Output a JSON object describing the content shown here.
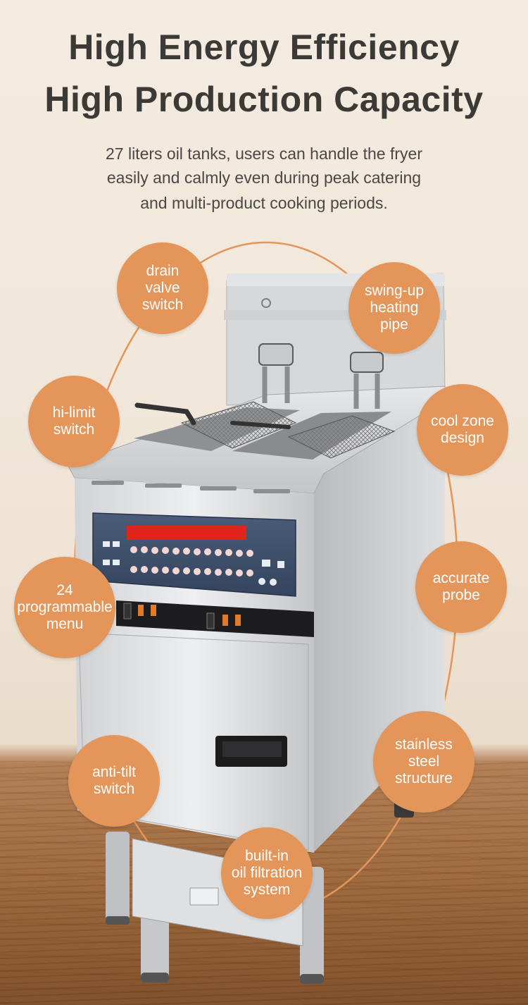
{
  "heading": {
    "line1": "High Energy Efficiency",
    "line2": "High Production Capacity"
  },
  "intro": {
    "line1": "27 liters oil tanks, users can handle the fryer",
    "line2": "easily and calmly even during peak catering",
    "line3": "and multi-product cooking periods."
  },
  "features": {
    "drain_valve": [
      "drain",
      "valve",
      "switch"
    ],
    "swing_up": [
      "swing-up",
      "heating",
      "pipe"
    ],
    "hi_limit": [
      "hi-limit",
      "switch"
    ],
    "cool_zone": [
      "cool zone",
      "design"
    ],
    "menu": [
      "24",
      "programmable",
      "menu"
    ],
    "probe": [
      "accurate",
      "probe"
    ],
    "anti_tilt": [
      "anti-tilt",
      "switch"
    ],
    "stainless": [
      "stainless",
      "steel",
      "structure"
    ],
    "filtration": [
      "built-in",
      "oil filtration",
      "system"
    ]
  },
  "colors": {
    "badge": "#e4955a",
    "connector_line": "#e4955a",
    "title": "#3c3a37",
    "display_led": "#e0241b",
    "control_panel": "#3d4f6a"
  },
  "icons": {
    "product": "deep-fryer-illustration"
  }
}
